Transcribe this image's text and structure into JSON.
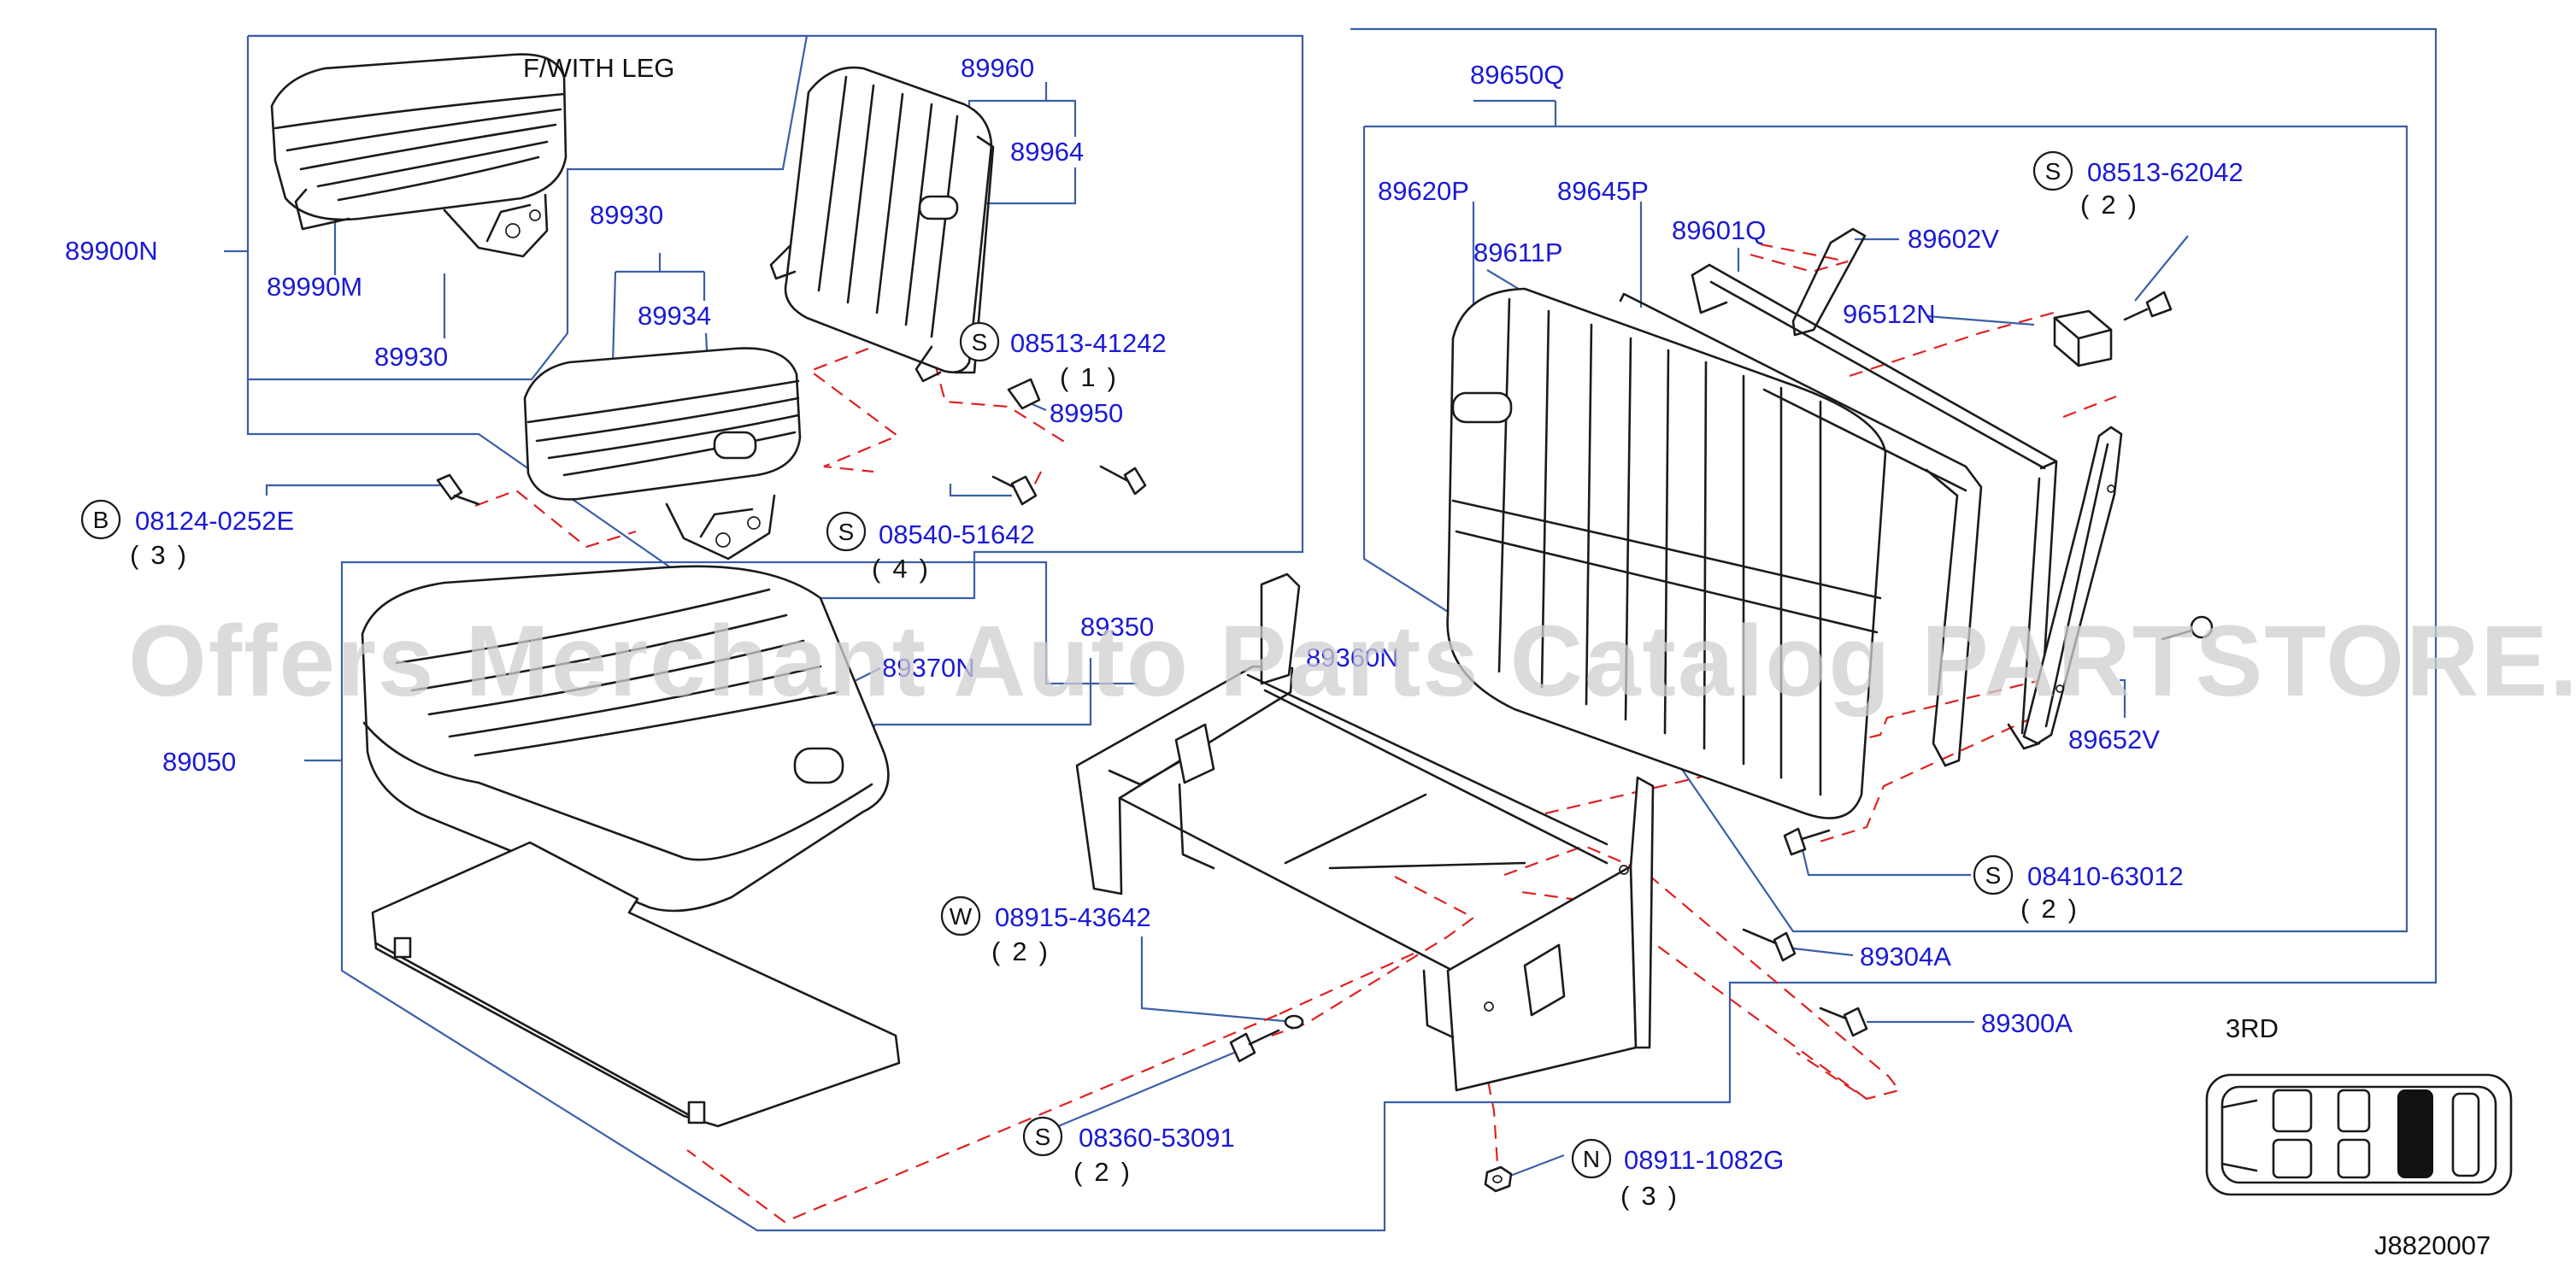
{
  "diagram_code": "J8820007",
  "watermark": "Offers Merchant Auto Parts Catalog PARTSTORE.SA",
  "option_note": "F/WITH  LEG",
  "position_label": "3RD",
  "parts": {
    "p89900N": "89900N",
    "p89990M": "89990M",
    "p89930a": "89930",
    "p89930b": "89930",
    "p89934": "89934",
    "p89960": "89960",
    "p89964": "89964",
    "p89950": "89950",
    "p89650Q": "89650Q",
    "p89620P": "89620P",
    "p89645P": "89645P",
    "p89611P": "89611P",
    "p89601Q": "89601Q",
    "p89602V": "89602V",
    "p96512N": "96512N",
    "p89652V": "89652V",
    "p89304A": "89304A",
    "p89300A": "89300A",
    "p89050": "89050",
    "p89350": "89350",
    "p89370N": "89370N",
    "p89360N": "89360N"
  },
  "fasteners": {
    "f1": {
      "prefix": "S",
      "number": "08513-41242",
      "qty": "(1)"
    },
    "f2": {
      "prefix": "S",
      "number": "08540-51642",
      "qty": "(4)"
    },
    "f3": {
      "prefix": "B",
      "number": "08124-0252E",
      "qty": "(3)"
    },
    "f4": {
      "prefix": "S",
      "number": "08513-62042",
      "qty": "(2)"
    },
    "f5": {
      "prefix": "S",
      "number": "08410-63012",
      "qty": "(2)"
    },
    "f6": {
      "prefix": "W",
      "number": "08915-43642",
      "qty": "(2)"
    },
    "f7": {
      "prefix": "S",
      "number": "08360-53091",
      "qty": "(2)"
    },
    "f8": {
      "prefix": "N",
      "number": "08911-1082G",
      "qty": "(3)"
    }
  },
  "colors": {
    "label": "#1a1ad6",
    "leader": "#3a5fa8",
    "hidden_line": "#e02020",
    "ink": "#1b1b1b"
  }
}
